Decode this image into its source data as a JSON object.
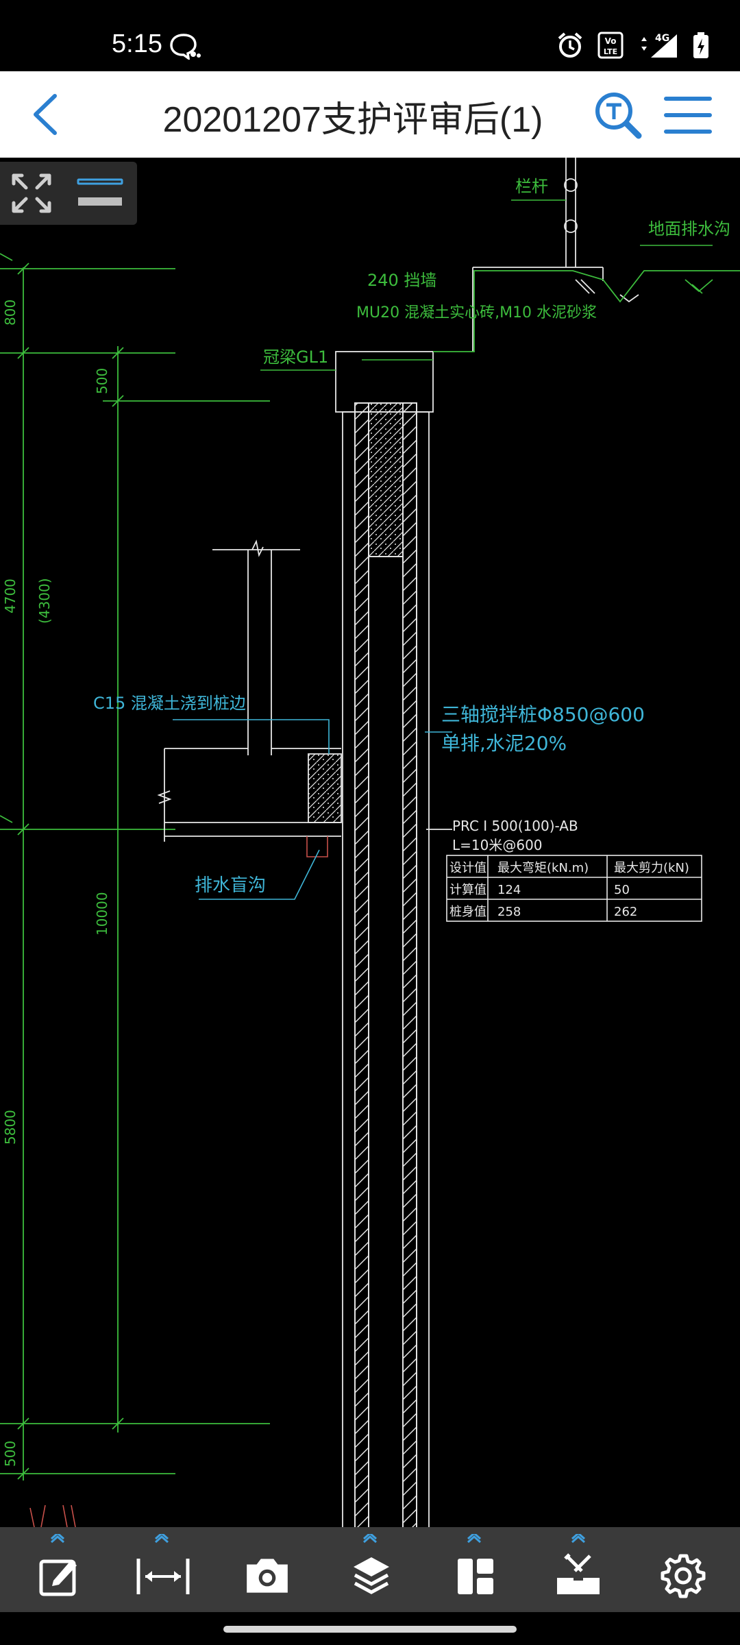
{
  "status": {
    "time": "5:15",
    "network": "4G",
    "volte_label": "Vo LTE"
  },
  "header": {
    "title": "20201207支护评审后(1)",
    "back_icon": "chevron-left-icon",
    "search_icon": "text-search-icon",
    "menu_icon": "hamburger-menu-icon"
  },
  "drawing": {
    "labels": {
      "railing": "栏杆",
      "ground_drain": "地面排水沟",
      "wall240": "240 挡墙",
      "wall_material": "MU20 混凝土实心砖,M10 水泥砂浆",
      "crown_beam": "冠梁GL1",
      "c15": "C15 混凝土浇到桩边",
      "mixing_pile_1": "三轴搅拌桩Φ850@600",
      "mixing_pile_2": "单排,水泥20%",
      "prc_1": "PRC Ⅰ 500(100)-AB",
      "prc_2": "L=10米@600",
      "blind_ditch": "排水盲沟"
    },
    "dimensions": {
      "d800": "800",
      "d500_top": "500",
      "d4700": "4700",
      "d4300": "(4300)",
      "d10000": "10000",
      "d5800": "5800",
      "d500_bottom": "500"
    },
    "table": {
      "header": [
        "设计值",
        "最大弯矩(kN.m)",
        "最大剪力(kN)"
      ],
      "rows": [
        [
          "计算值",
          "124",
          "50"
        ],
        [
          "桩身值",
          "258",
          "262"
        ]
      ]
    },
    "colors": {
      "green": "#3dbd3d",
      "cyan": "#3fb6d8",
      "white": "#e8e8e8",
      "red": "#c8504a"
    }
  },
  "toolbar": {
    "items": [
      {
        "name": "edit",
        "icon": "edit-icon"
      },
      {
        "name": "measure",
        "icon": "measure-icon"
      },
      {
        "name": "screenshot",
        "icon": "camera-icon"
      },
      {
        "name": "layers",
        "icon": "layers-icon"
      },
      {
        "name": "layout",
        "icon": "layout-icon"
      },
      {
        "name": "tools",
        "icon": "toolbox-icon"
      },
      {
        "name": "settings",
        "icon": "gear-icon"
      }
    ]
  }
}
